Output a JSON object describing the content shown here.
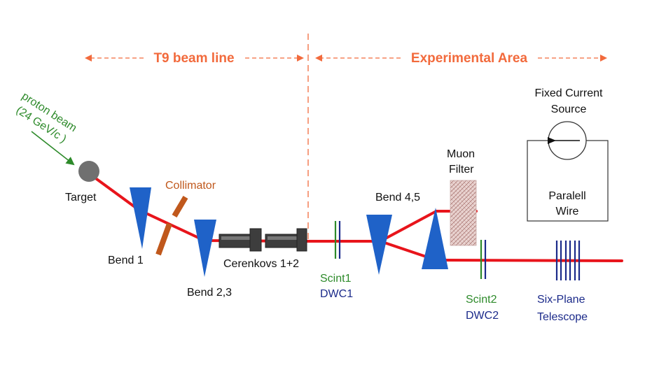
{
  "colors": {
    "beam": "#e8141b",
    "magnet": "#1f62c8",
    "header": "#f26a3c",
    "green": "#2d8a2a",
    "navy": "#1b2a8a",
    "collimator": "#c0581c",
    "target": "#707070",
    "cerenkov": "#3d3d3d",
    "text": "#111111"
  },
  "headers": {
    "left": "T9 beam line",
    "right": "Experimental Area"
  },
  "proton": {
    "line1": "proton beam",
    "line2": "(24 GeV/c )"
  },
  "labels": {
    "target": "Target",
    "collimator": "Collimator",
    "bend1": "Bend 1",
    "bend23": "Bend 2,3",
    "cerenkovs": "Cerenkovs 1+2",
    "scint1": "Scint1",
    "dwc1": "DWC1",
    "bend45": "Bend 4,5",
    "muon1": "Muon",
    "muon2": "Filter",
    "scint2": "Scint2",
    "dwc2": "DWC2",
    "six1": "Six-Plane",
    "six2": "Telescope",
    "fixed1": "Fixed Current",
    "fixed2": "Source",
    "wire1": "Paralell",
    "wire2": "Wire"
  }
}
